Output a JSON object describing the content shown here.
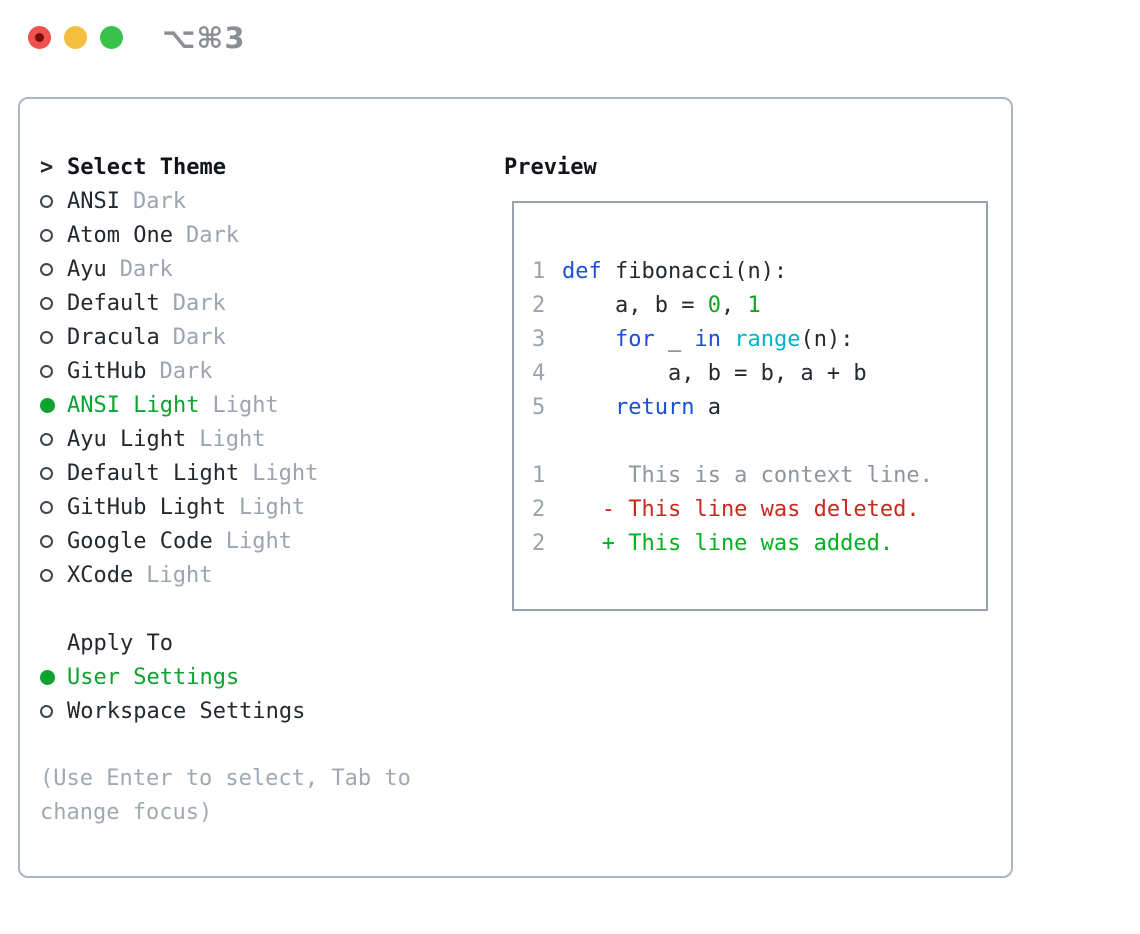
{
  "window": {
    "title": "⌥⌘3"
  },
  "titlebar": {
    "close_color": "#f1514e",
    "minimize_color": "#f5be3e",
    "zoom_color": "#38c24b"
  },
  "theme_selector": {
    "prompt": ">",
    "header": "Select Theme",
    "items": [
      {
        "name": "ANSI",
        "tag": "Dark",
        "selected": false
      },
      {
        "name": "Atom One",
        "tag": "Dark",
        "selected": false
      },
      {
        "name": "Ayu",
        "tag": "Dark",
        "selected": false
      },
      {
        "name": "Default",
        "tag": "Dark",
        "selected": false
      },
      {
        "name": "Dracula",
        "tag": "Dark",
        "selected": false
      },
      {
        "name": "GitHub",
        "tag": "Dark",
        "selected": false
      },
      {
        "name": "ANSI Light",
        "tag": "Light",
        "selected": true
      },
      {
        "name": "Ayu Light",
        "tag": "Light",
        "selected": false
      },
      {
        "name": "Default Light",
        "tag": "Light",
        "selected": false
      },
      {
        "name": "GitHub Light",
        "tag": "Light",
        "selected": false
      },
      {
        "name": "Google Code",
        "tag": "Light",
        "selected": false
      },
      {
        "name": "XCode",
        "tag": "Light",
        "selected": false
      }
    ]
  },
  "apply_to": {
    "header": "Apply To",
    "options": [
      {
        "name": "User Settings",
        "selected": true
      },
      {
        "name": "Workspace Settings",
        "selected": false
      }
    ]
  },
  "help_text": "(Use Enter to select, Tab to change focus)",
  "preview": {
    "label": "Preview",
    "lines": [
      {
        "num": "1",
        "tokens": [
          {
            "text": "def",
            "style": "keyword"
          },
          {
            "text": " fibonacci(n):",
            "style": "plain"
          }
        ]
      },
      {
        "num": "2",
        "tokens": [
          {
            "text": "    a, b = ",
            "style": "plain"
          },
          {
            "text": "0",
            "style": "number"
          },
          {
            "text": ", ",
            "style": "plain"
          },
          {
            "text": "1",
            "style": "number"
          }
        ]
      },
      {
        "num": "3",
        "tokens": [
          {
            "text": "    ",
            "style": "plain"
          },
          {
            "text": "for",
            "style": "keyword"
          },
          {
            "text": " _ ",
            "style": "plain"
          },
          {
            "text": "in",
            "style": "keyword"
          },
          {
            "text": " ",
            "style": "plain"
          },
          {
            "text": "range",
            "style": "builtin"
          },
          {
            "text": "(n):",
            "style": "plain"
          }
        ]
      },
      {
        "num": "4",
        "tokens": [
          {
            "text": "        a, b = b, a + b",
            "style": "plain"
          }
        ]
      },
      {
        "num": "5",
        "tokens": [
          {
            "text": "    ",
            "style": "plain"
          },
          {
            "text": "return",
            "style": "keyword"
          },
          {
            "text": " a",
            "style": "plain"
          }
        ]
      },
      {
        "num": "",
        "tokens": []
      },
      {
        "num": "1",
        "tokens": [
          {
            "text": "     This is a context line.",
            "style": "diff-context"
          }
        ]
      },
      {
        "num": "2",
        "tokens": [
          {
            "text": "   - This line was deleted.",
            "style": "diff-deleted"
          }
        ]
      },
      {
        "num": "2",
        "tokens": [
          {
            "text": "   + This line was added.",
            "style": "diff-added"
          }
        ]
      }
    ]
  },
  "colors": {
    "selection_green": "#0ca331",
    "keyword_blue": "#1a4fd6",
    "number_green": "#10a31c",
    "builtin_cyan": "#00b4c8",
    "diff_deleted_red": "#c9281d",
    "diff_added_green": "#00b31e",
    "muted_gray": "#9ba4b0",
    "panel_border": "#aeb5bf"
  }
}
